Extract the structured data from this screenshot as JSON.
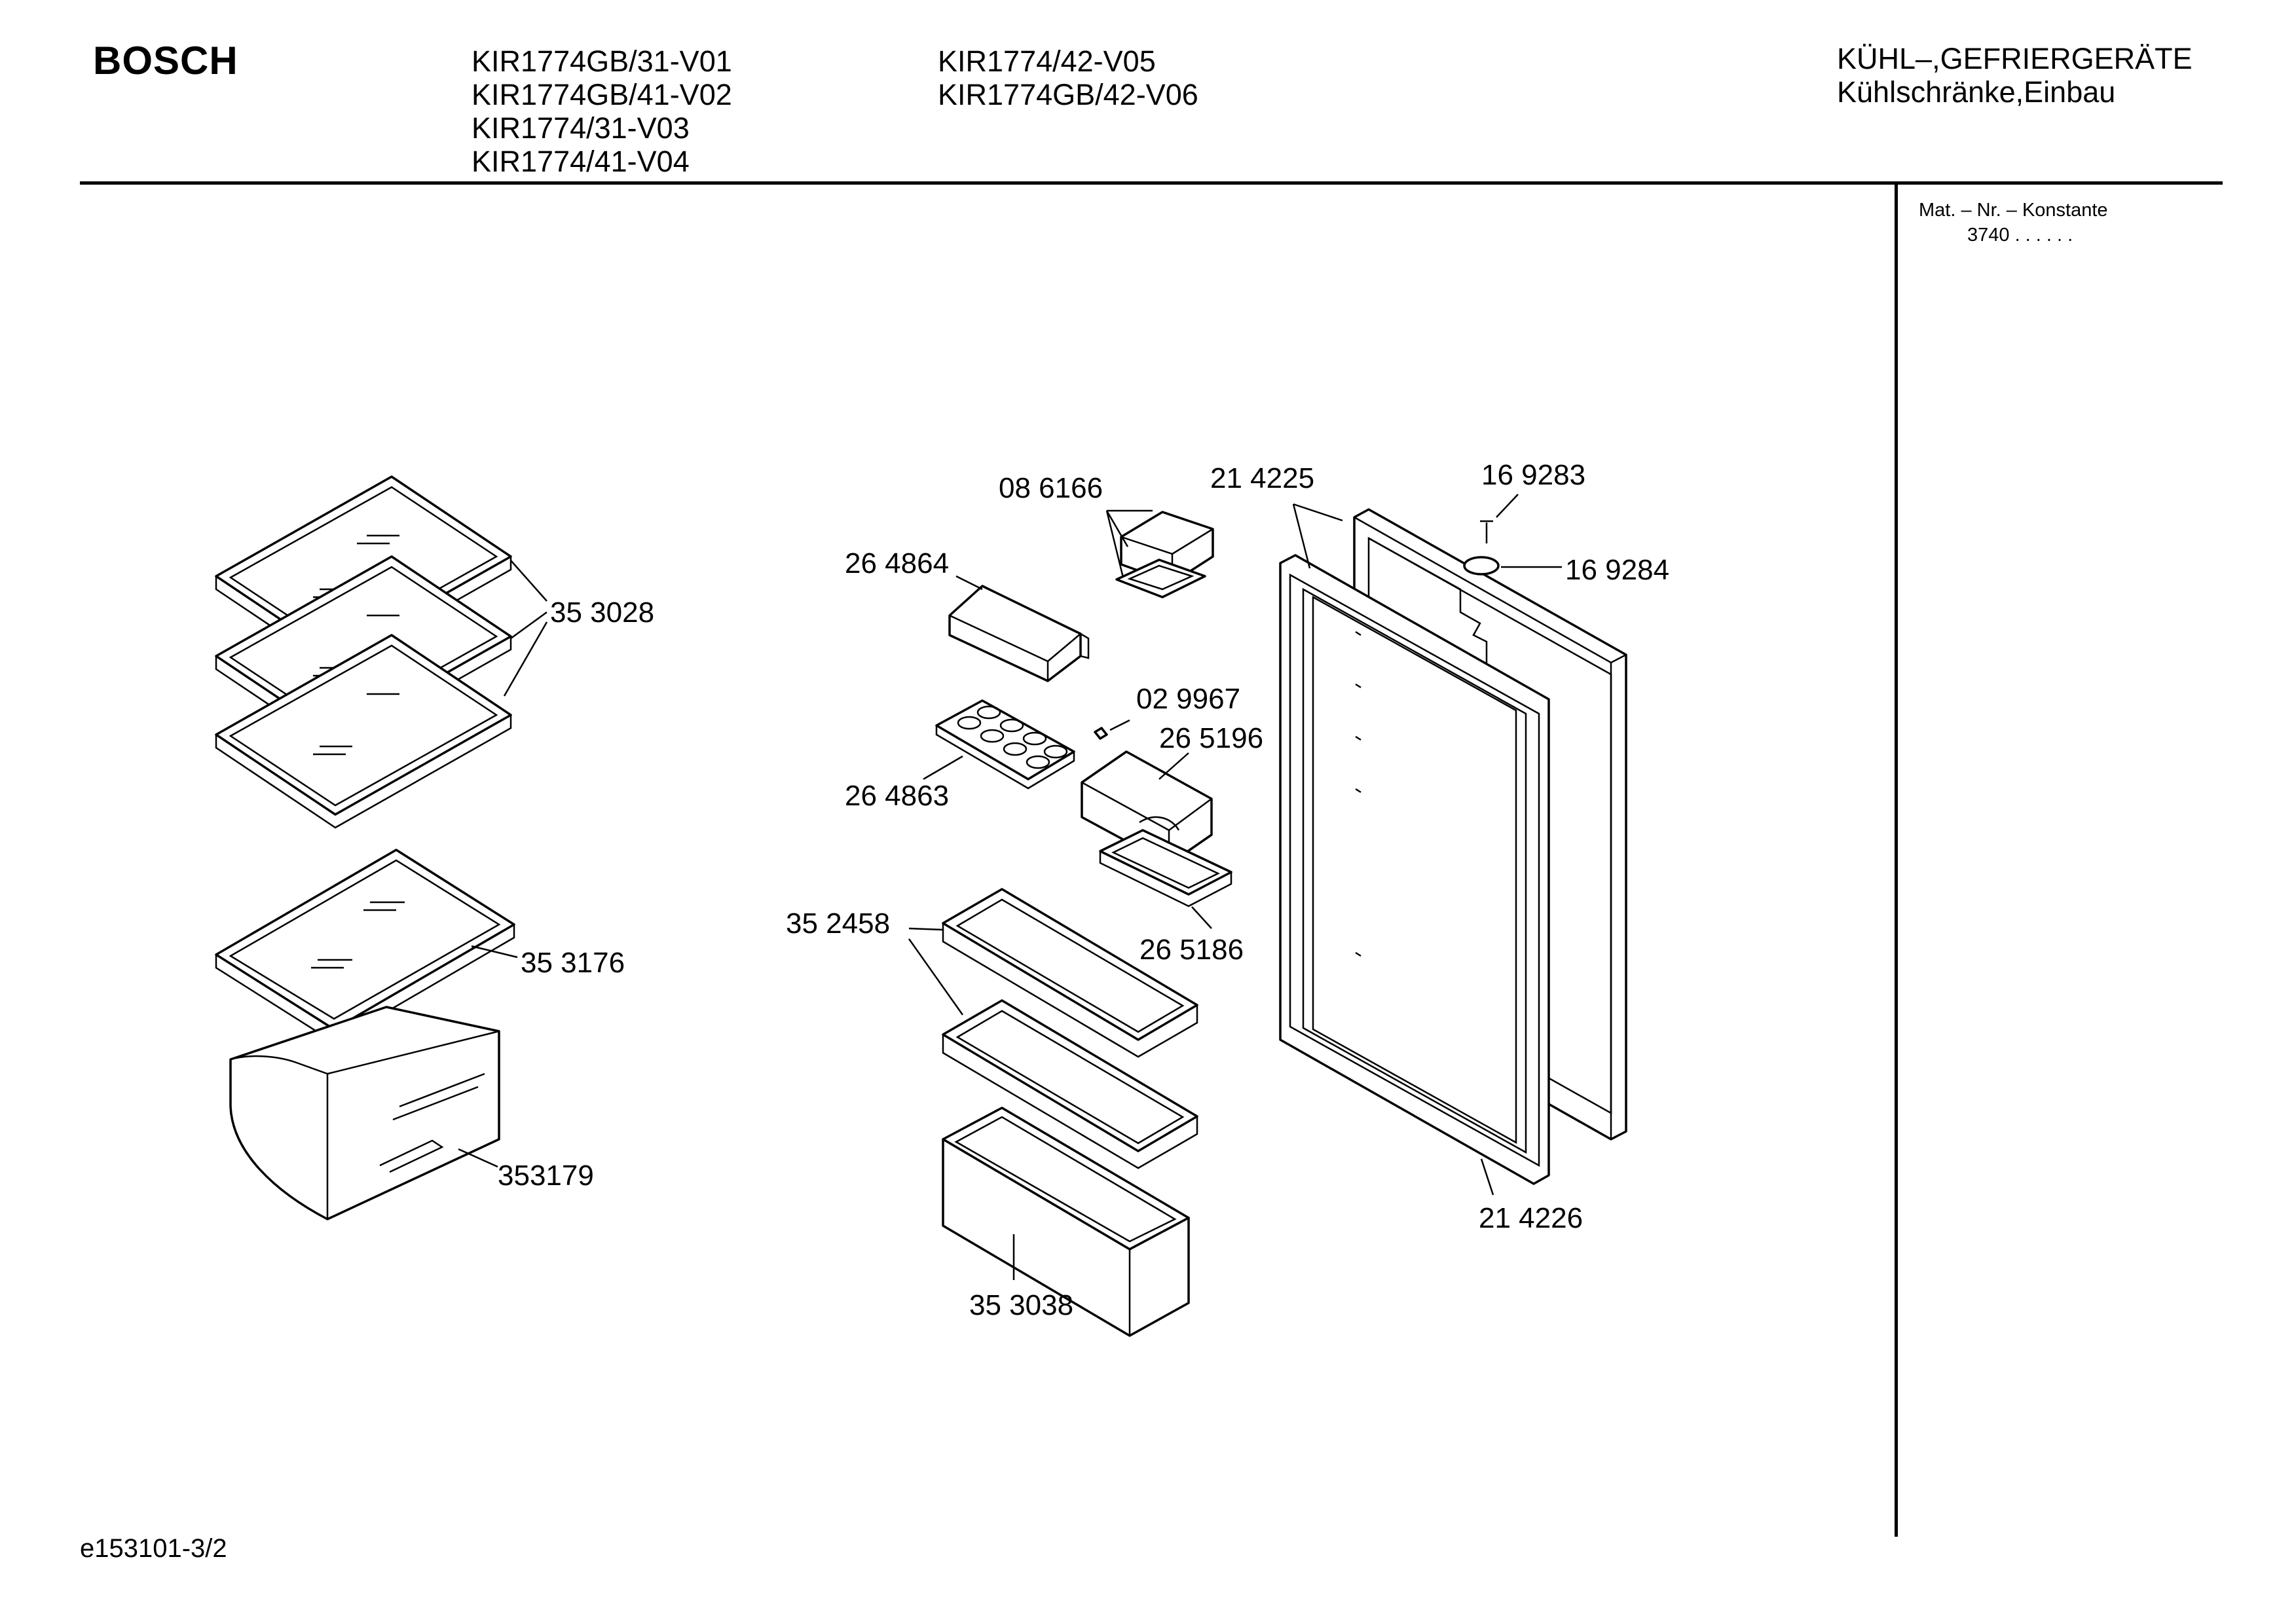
{
  "header": {
    "brand": "BOSCH",
    "models_col1": [
      "KIR1774GB/31-V01",
      "KIR1774GB/41-V02",
      "KIR1774/31-V03",
      "KIR1774/41-V04"
    ],
    "models_col2": [
      "KIR1774/42-V05",
      "KIR1774GB/42-V06"
    ],
    "category_line1": "KÜHL–,GEFRIERGERÄTE",
    "category_line2": "Kühlschränke,Einbau"
  },
  "side_panel": {
    "label": "Mat. – Nr. – Konstante",
    "value": "3740 . .   . . . ."
  },
  "parts": {
    "glass_shelf_set": "35 3028",
    "glass_shelf_single": "35 3176",
    "crisper_drawer": "353179",
    "butter_dish": "08 6166",
    "butter_compartment": "26 4864",
    "egg_tray": "26 4863",
    "screw_small": "02 9967",
    "bottle_rack_upper": "26 5196",
    "bottle_rack_lower": "26 5186",
    "door_shelf_upper": "35 2458",
    "door_shelf_bottom": "35 3038",
    "door_frame": "21 4225",
    "door_screw": "16 9283",
    "door_cap": "16 9284",
    "door_gasket": "21 4226"
  },
  "footer": {
    "drawing_ref": "e153101-3/2"
  }
}
